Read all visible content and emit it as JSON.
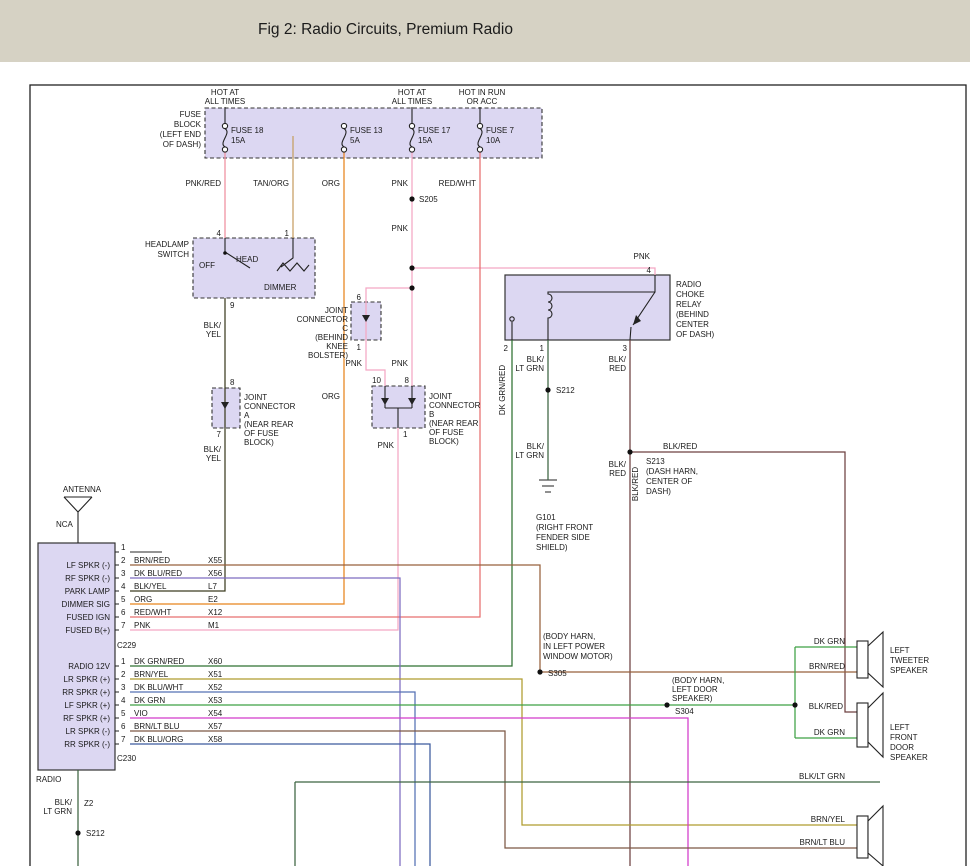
{
  "header": {
    "title": "Fig 2: Radio Circuits, Premium Radio"
  },
  "colors": {
    "header_bg": "#d6d2c4",
    "box_fill": "#dcd7f2",
    "diagram_bg": "#ffffff",
    "line": "#222222"
  },
  "wire_colors": {
    "pnkred": "#ef8f9f",
    "tanorg": "#c79e62",
    "org": "#e8831c",
    "pnk": "#f4a7c3",
    "redwht": "#e76f6f",
    "blkyel": "#3c3c20",
    "dkgrnred": "#2f7030",
    "blkltgrn": "#3c6440",
    "blkred": "#6e4040",
    "dkgrn": "#3fa044",
    "brnred": "#96603c",
    "brnyel": "#af9c2e",
    "dkblured": "#7d6cc0",
    "dkbluwht": "#5570b4",
    "dkbluorg": "#3c5a9e",
    "vio": "#d23bcb",
    "brnltblu": "#7c5844",
    "black": "#222222",
    "stub": "#555555"
  },
  "w": {
    "pnkred": "PNK/RED",
    "tanorg": "TAN/ORG",
    "org": "ORG",
    "pnk": "PNK",
    "redwht": "RED/WHT",
    "blkyel": "BLK/YEL",
    "blk": "BLK/",
    "yel": "YEL",
    "ltgrn": "LT GRN",
    "red": "RED",
    "dkgrnred": "DK GRN/RED",
    "blkltgrn": "BLK/LT GRN",
    "blkred": "BLK/RED",
    "dkgrn": "DK GRN",
    "brnred": "BRN/RED",
    "brnyel": "BRN/YEL",
    "dkblured": "DK BLU/RED",
    "dkbluwht": "DK BLU/WHT",
    "dkbluorg": "DK BLU/ORG",
    "vio": "VIO",
    "brnltblu": "BRN/LT BLU"
  },
  "t": {
    "hot_at": "HOT AT",
    "all_times": "ALL TIMES",
    "hot_run": "HOT IN RUN",
    "or_acc": "OR ACC",
    "fuse": "FUSE",
    "block": "BLOCK",
    "left_end": "(LEFT END",
    "of_dash": "OF DASH)",
    "fuse18": "FUSE 18",
    "fuse13": "FUSE 13",
    "fuse17": "FUSE 17",
    "fuse7": "FUSE 7",
    "a15": "15A",
    "a5": "5A",
    "a10": "10A",
    "s205": "S205",
    "s212": "S212",
    "s213": "S213",
    "s304": "S304",
    "s305": "S305",
    "headlamp": "HEADLAMP",
    "switch": "SWITCH",
    "off": "OFF",
    "head": "HEAD",
    "dimmer": "DIMMER",
    "p1": "1",
    "p2": "2",
    "p3": "3",
    "p4": "4",
    "p5": "5",
    "p6": "6",
    "p7": "7",
    "p8": "8",
    "p9": "9",
    "p10": "10",
    "joint": "JOINT",
    "connector": "CONNECTOR",
    "ca": "A",
    "cb": "B",
    "cc": "C",
    "near_rear": "(NEAR REAR",
    "of_fuse": "OF FUSE",
    "block_p": "BLOCK)",
    "behind": "(BEHIND",
    "knee": "KNEE",
    "bolster": "BOLSTER)",
    "radio": "RADIO",
    "choke": "CHOKE",
    "relay": "RELAY",
    "center": "CENTER",
    "g101": "G101",
    "right_front": "(RIGHT FRONT",
    "fender": "FENDER SIDE",
    "shield": "SHIELD)",
    "dash_harn": "(DASH HARN,",
    "center_of": "CENTER OF",
    "dash_p": "DASH)",
    "antenna": "ANTENNA",
    "nca": "NCA",
    "lf_m": "LF SPKR (-)",
    "rf_m": "RF SPKR (-)",
    "park": "PARK LAMP",
    "dimsig": "DIMMER SIG",
    "fusedign": "FUSED IGN",
    "fusedb": "FUSED B(+)",
    "radio12v": "RADIO 12V",
    "lr_p": "LR SPKR (+)",
    "rr_p": "RR SPKR (+)",
    "lf_p": "LF SPKR (+)",
    "rf_p": "RF SPKR (+)",
    "lr_m": "LR SPKR (-)",
    "rr_m": "RR SPKR (-)",
    "c229": "C229",
    "c230": "C230",
    "x55": "X55",
    "x56": "X56",
    "l7": "L7",
    "e2": "E2",
    "x12": "X12",
    "m1": "M1",
    "x60": "X60",
    "x51": "X51",
    "x52": "X52",
    "x53": "X53",
    "x54": "X54",
    "x57": "X57",
    "x58": "X58",
    "z2": "Z2",
    "body_harn": "(BODY HARN,",
    "in_left": "IN LEFT POWER",
    "window": "WINDOW MOTOR)",
    "left_door": "LEFT DOOR",
    "speaker_p": "SPEAKER)",
    "left": "LEFT",
    "tweeter": "TWEETER",
    "speaker": "SPEAKER",
    "front": "FRONT",
    "door": "DOOR"
  }
}
